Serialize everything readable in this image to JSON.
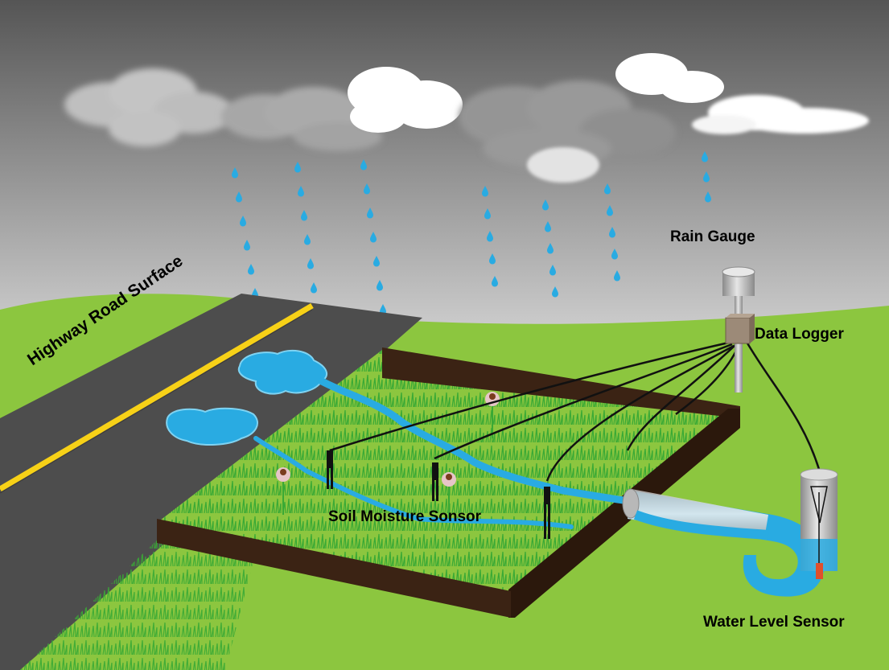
{
  "diagram": {
    "labels": {
      "highway": "Highway Road Surface",
      "rain_gauge": "Rain Gauge",
      "data_logger": "Data Logger",
      "soil_moisture": "Soil Moisture Sonsor",
      "water_level": "Water Level Sensor"
    },
    "colors": {
      "sky_top": "#5d5d5d",
      "sky_bottom": "#c6c6c6",
      "grass": "#8cc63f",
      "grass_dark": "#39a935",
      "road": "#4d4d4d",
      "road_line": "#f7d117",
      "water": "#29abe2",
      "box": "#3b2314",
      "flower": "#e7c5c8",
      "sensor_tip": "#e0502c",
      "logger": "#9c8a78"
    }
  }
}
